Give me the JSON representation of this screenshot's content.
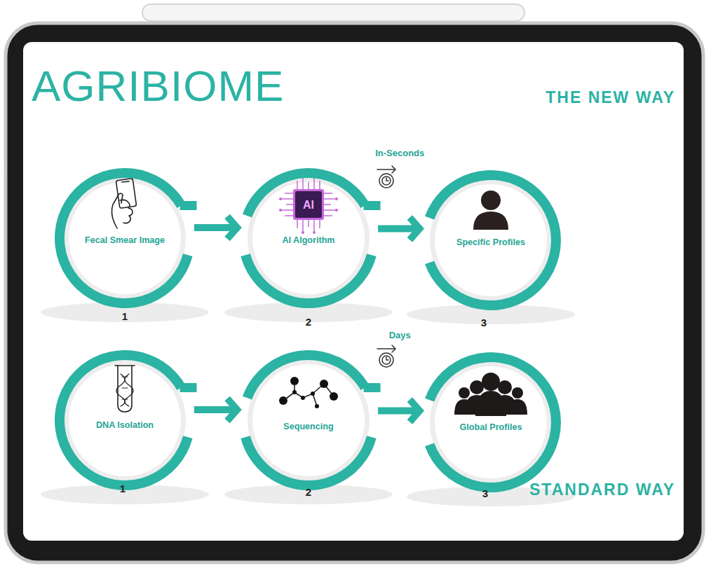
{
  "diagram": {
    "title": "AGRIBIOME",
    "nodes": [
      {
        "text": [
          "Fecal Smear Image"
        ]
      },
      {
        "text": [
          "AI Algorithm"
        ]
      },
      {
        "text": [
          "Specific Profiles"
        ]
      },
      {
        "text": [
          "DNA Isolation"
        ]
      },
      {
        "text": [
          "Sequencing"
        ]
      },
      {
        "text": [
          "Global Profiles"
        ]
      }
    ],
    "edges": [
      {
        "from": 0,
        "to": 1,
        "arrow": "to"
      },
      {
        "from": 1,
        "to": 2,
        "label": "In-Seconds",
        "arrow": "to"
      },
      {
        "from": 3,
        "to": 4,
        "arrow": "to"
      },
      {
        "from": 4,
        "to": 5,
        "label": "Days",
        "arrow": "to"
      }
    ],
    "labels": [
      "THE NEW WAY",
      "AI",
      "1",
      "2",
      "3",
      "1",
      "2",
      "3",
      "STANDARD WAY"
    ]
  }
}
